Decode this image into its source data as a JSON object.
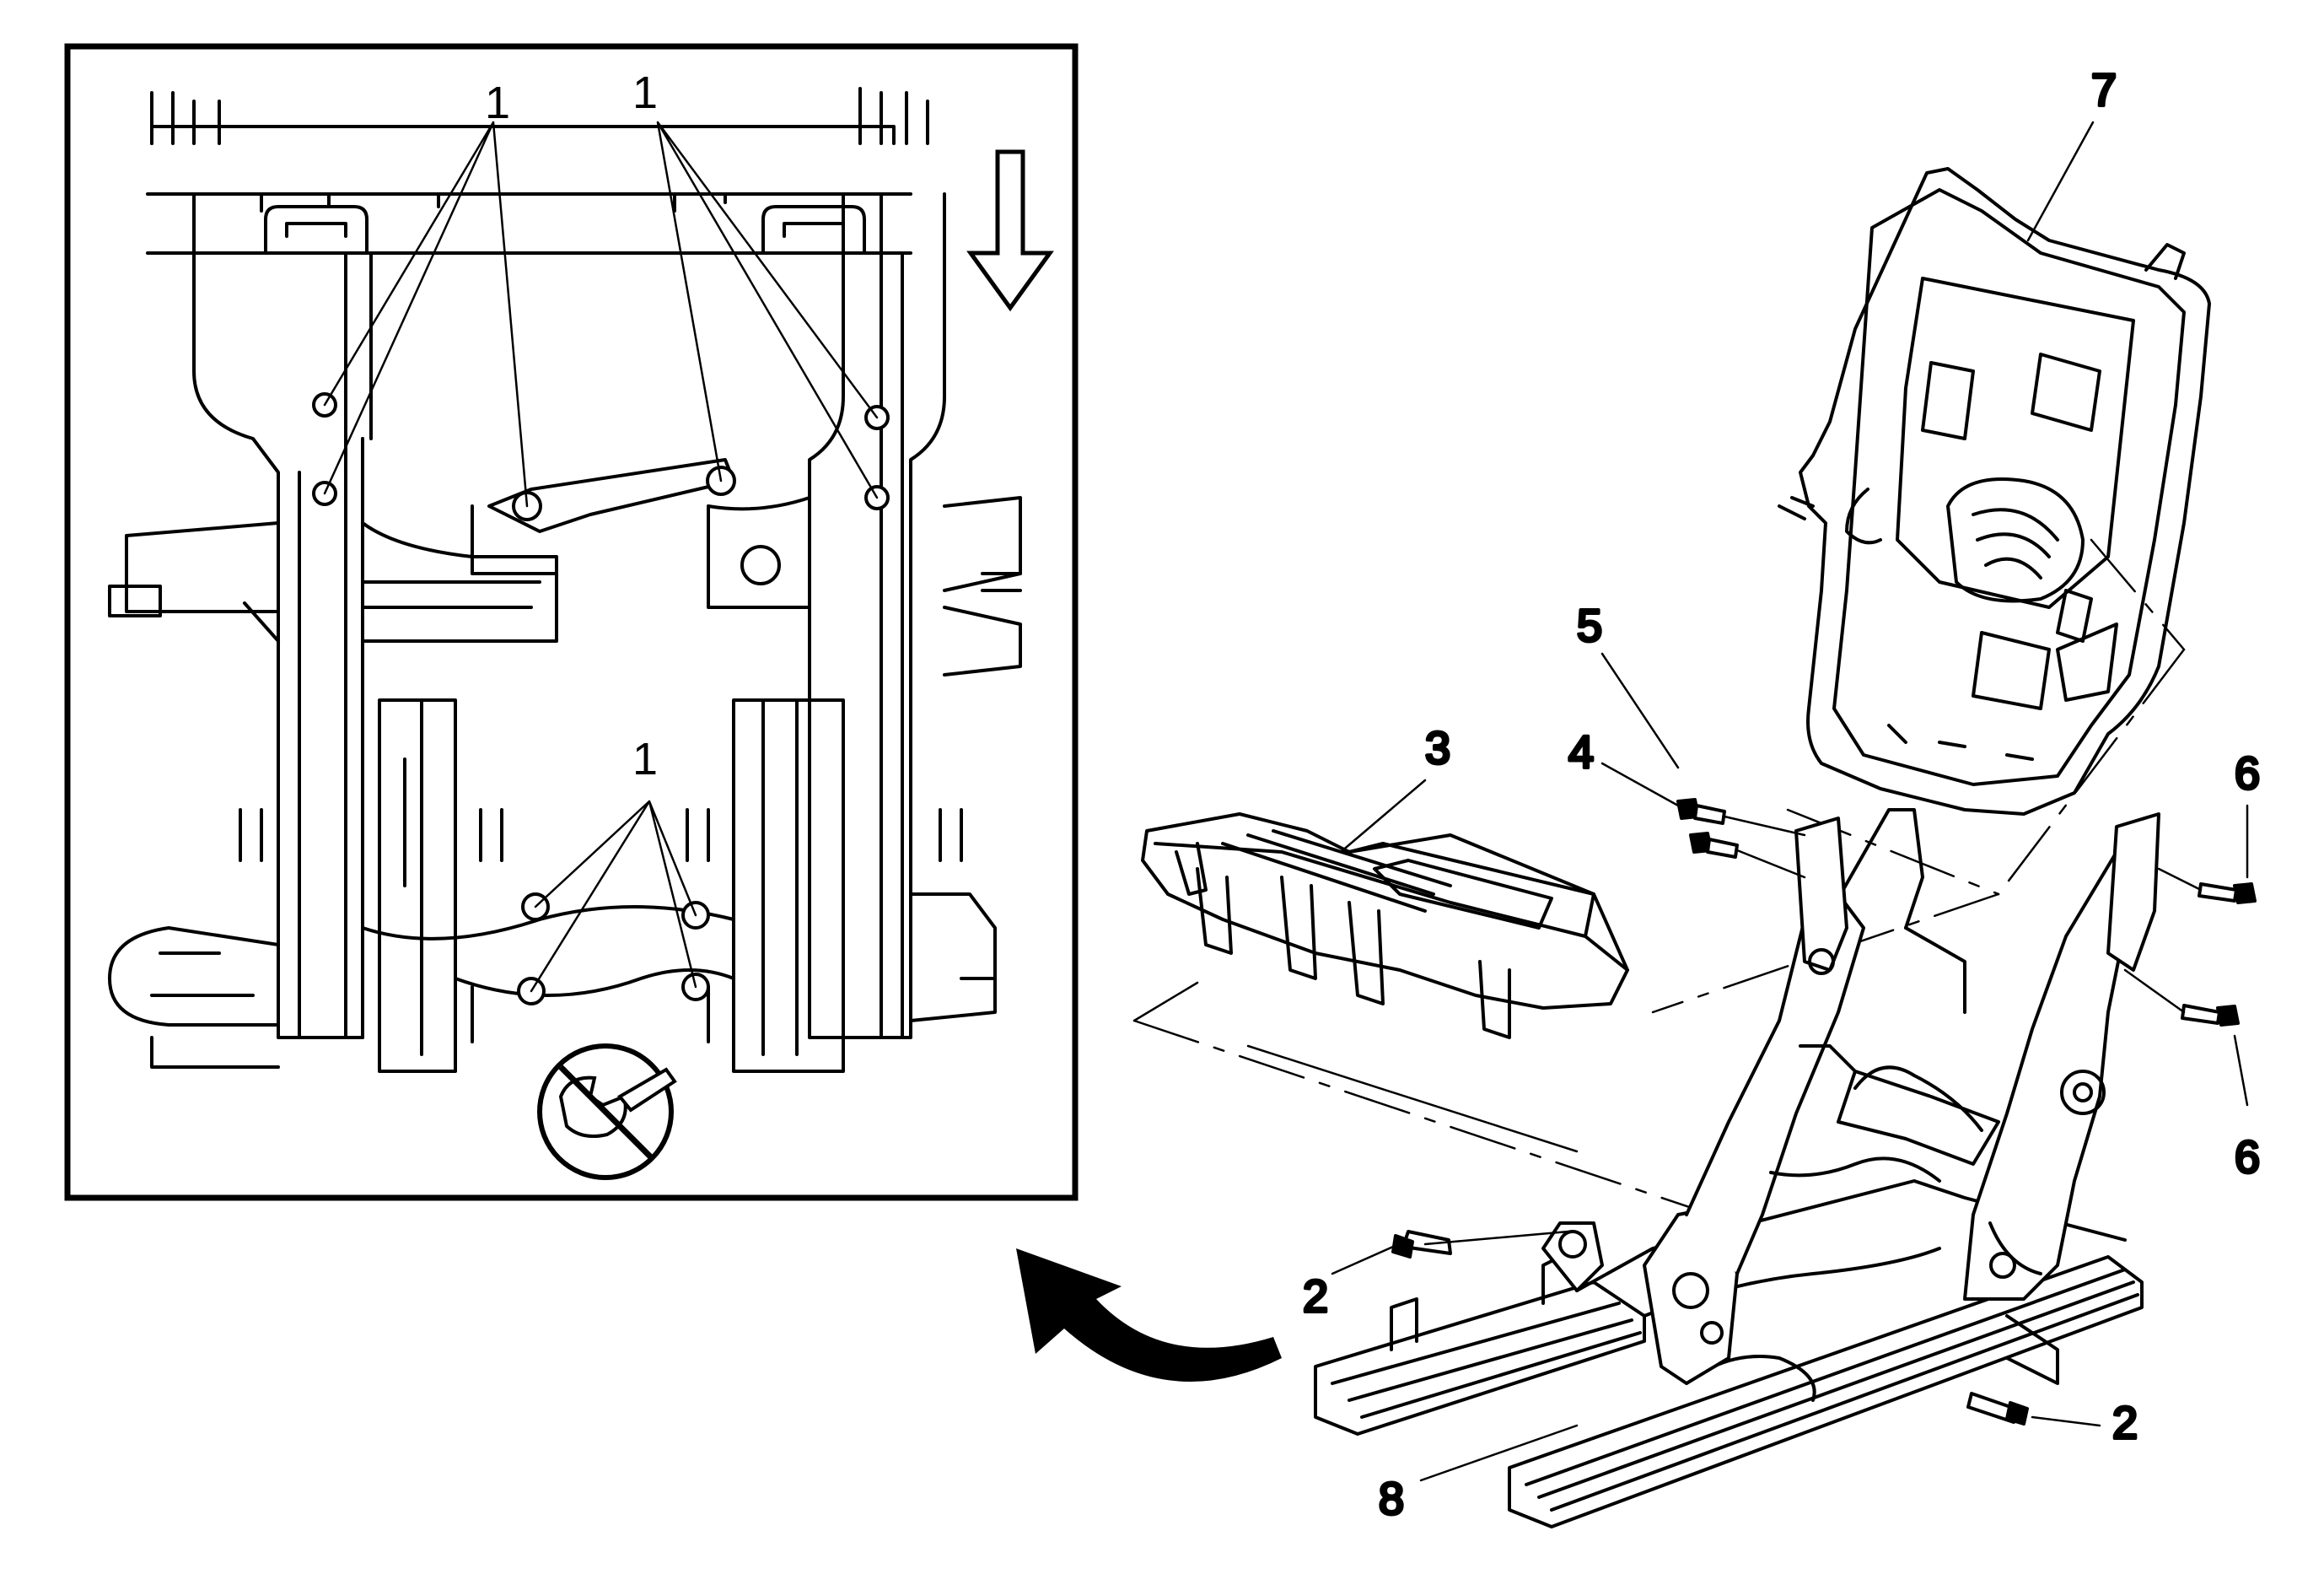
{
  "callouts": {
    "detail_nut_a": "1",
    "detail_nut_b": "1",
    "detail_nut_c": "1",
    "bolt_left": "2",
    "bolt_right": "2",
    "console": "3",
    "bolt_4": "4",
    "bolt_5": "5",
    "bolt_6_upper": "6",
    "bolt_6_lower": "6",
    "seat_back": "7",
    "seat_track": "8"
  },
  "symbols": {
    "direction_arrow": "arrow-down-icon",
    "no_impact_wrench": "no-impact-wrench-icon",
    "view_transition": "curved-arrow-icon"
  }
}
